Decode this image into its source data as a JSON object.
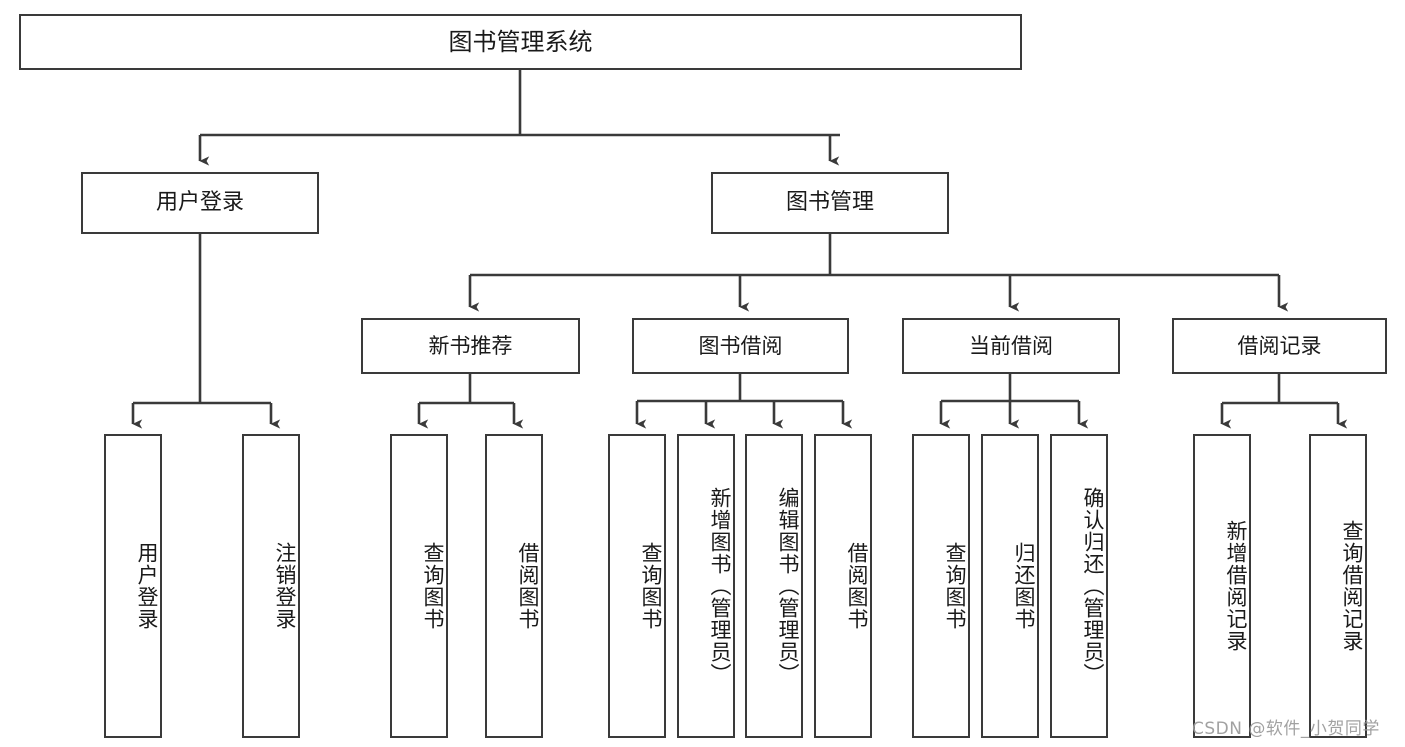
{
  "diagram": {
    "title": "图书管理系统",
    "type": "功能结构图",
    "stroke_color": "#3a3a3a",
    "fill_color": "#ffffff",
    "text_color": "#1a1a1a",
    "root": {
      "label": "图书管理系统"
    },
    "level1": [
      {
        "label": "用户登录"
      },
      {
        "label": "图书管理"
      }
    ],
    "level2": [
      {
        "label": "新书推荐"
      },
      {
        "label": "图书借阅"
      },
      {
        "label": "当前借阅"
      },
      {
        "label": "借阅记录"
      }
    ],
    "leaves": {
      "user_login": [
        {
          "label": "用户登录"
        },
        {
          "label": "注销登录"
        }
      ],
      "new_book_recommend": [
        {
          "label": "查询图书"
        },
        {
          "label": "借阅图书"
        }
      ],
      "book_borrow": [
        {
          "label": "查询图书"
        },
        {
          "label": "新增图书（管理员）"
        },
        {
          "label": "编辑图书（管理员）"
        },
        {
          "label": "借阅图书"
        }
      ],
      "current_borrow": [
        {
          "label": "查询图书"
        },
        {
          "label": "归还图书"
        },
        {
          "label": "确认归还（管理员）"
        }
      ],
      "borrow_record": [
        {
          "label": "新增借阅记录"
        },
        {
          "label": "查询借阅记录"
        }
      ]
    }
  },
  "watermark": {
    "text": "CSDN @软件_小贺同学"
  }
}
